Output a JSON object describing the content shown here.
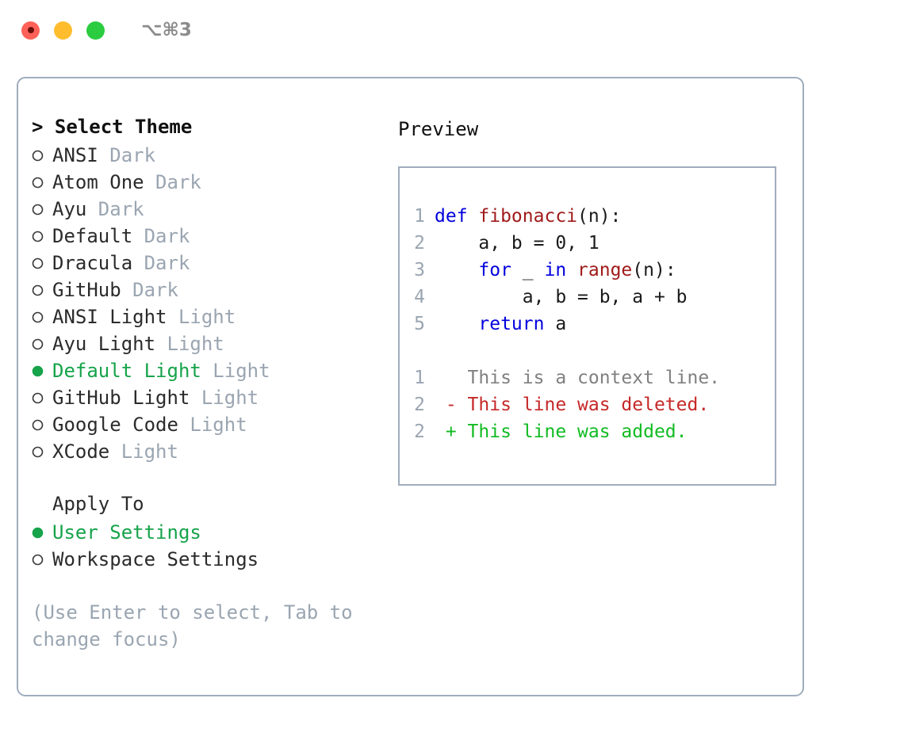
{
  "titlebar": {
    "shortcut": "⌥⌘3",
    "lights": [
      {
        "name": "close",
        "color": "#ff6159"
      },
      {
        "name": "minimize",
        "color": "#ffbd2e"
      },
      {
        "name": "maximize",
        "color": "#2bcc40"
      }
    ]
  },
  "accent_color": "#16a34a",
  "muted_color": "#9aa5b1",
  "border_color": "#9fadbd",
  "theme_list": {
    "heading": "> Select Theme",
    "items": [
      {
        "bullet": "○",
        "label": "ANSI",
        "variant": " Dark",
        "selected": false
      },
      {
        "bullet": "○",
        "label": "Atom One",
        "variant": " Dark",
        "selected": false
      },
      {
        "bullet": "○",
        "label": "Ayu",
        "variant": " Dark",
        "selected": false
      },
      {
        "bullet": "○",
        "label": "Default",
        "variant": " Dark",
        "selected": false
      },
      {
        "bullet": "○",
        "label": "Dracula",
        "variant": " Dark",
        "selected": false
      },
      {
        "bullet": "○",
        "label": "GitHub",
        "variant": " Dark",
        "selected": false
      },
      {
        "bullet": "○",
        "label": "ANSI Light",
        "variant": " Light",
        "selected": false
      },
      {
        "bullet": "○",
        "label": "Ayu Light",
        "variant": " Light",
        "selected": false
      },
      {
        "bullet": "●",
        "label": "Default Light",
        "variant": " Light",
        "selected": true
      },
      {
        "bullet": "○",
        "label": "GitHub Light",
        "variant": " Light",
        "selected": false
      },
      {
        "bullet": "○",
        "label": "Google Code",
        "variant": " Light",
        "selected": false
      },
      {
        "bullet": "○",
        "label": "XCode",
        "variant": " Light",
        "selected": false
      }
    ]
  },
  "apply_to": {
    "title": "Apply To",
    "items": [
      {
        "bullet": "●",
        "label": "User Settings",
        "selected": true
      },
      {
        "bullet": "○",
        "label": "Workspace Settings",
        "selected": false
      }
    ]
  },
  "hint": "(Use Enter to select, Tab to change focus)",
  "preview": {
    "title": "Preview",
    "code_lines": [
      {
        "no": "1",
        "tokens": [
          {
            "t": "def ",
            "c": "kw"
          },
          {
            "t": "fibonacci",
            "c": "fn"
          },
          {
            "t": "(n):",
            "c": "plain"
          }
        ]
      },
      {
        "no": "2",
        "tokens": [
          {
            "t": "    a, b = 0, 1",
            "c": "plain"
          }
        ]
      },
      {
        "no": "3",
        "tokens": [
          {
            "t": "    ",
            "c": "plain"
          },
          {
            "t": "for",
            "c": "kw"
          },
          {
            "t": " _ ",
            "c": "plain"
          },
          {
            "t": "in",
            "c": "kw"
          },
          {
            "t": " ",
            "c": "plain"
          },
          {
            "t": "range",
            "c": "fn"
          },
          {
            "t": "(n):",
            "c": "plain"
          }
        ]
      },
      {
        "no": "4",
        "tokens": [
          {
            "t": "        a, b = b, a + b",
            "c": "plain"
          }
        ]
      },
      {
        "no": "5",
        "tokens": [
          {
            "t": "    ",
            "c": "plain"
          },
          {
            "t": "return",
            "c": "kw"
          },
          {
            "t": " a",
            "c": "plain"
          }
        ]
      }
    ],
    "diff_lines": [
      {
        "no": "1",
        "tokens": [
          {
            "t": "   This is a context line.",
            "c": "ctx"
          }
        ]
      },
      {
        "no": "2",
        "tokens": [
          {
            "t": " - This line was deleted.",
            "c": "del"
          }
        ]
      },
      {
        "no": "2",
        "tokens": [
          {
            "t": " + This line was added.",
            "c": "add"
          }
        ]
      }
    ]
  }
}
